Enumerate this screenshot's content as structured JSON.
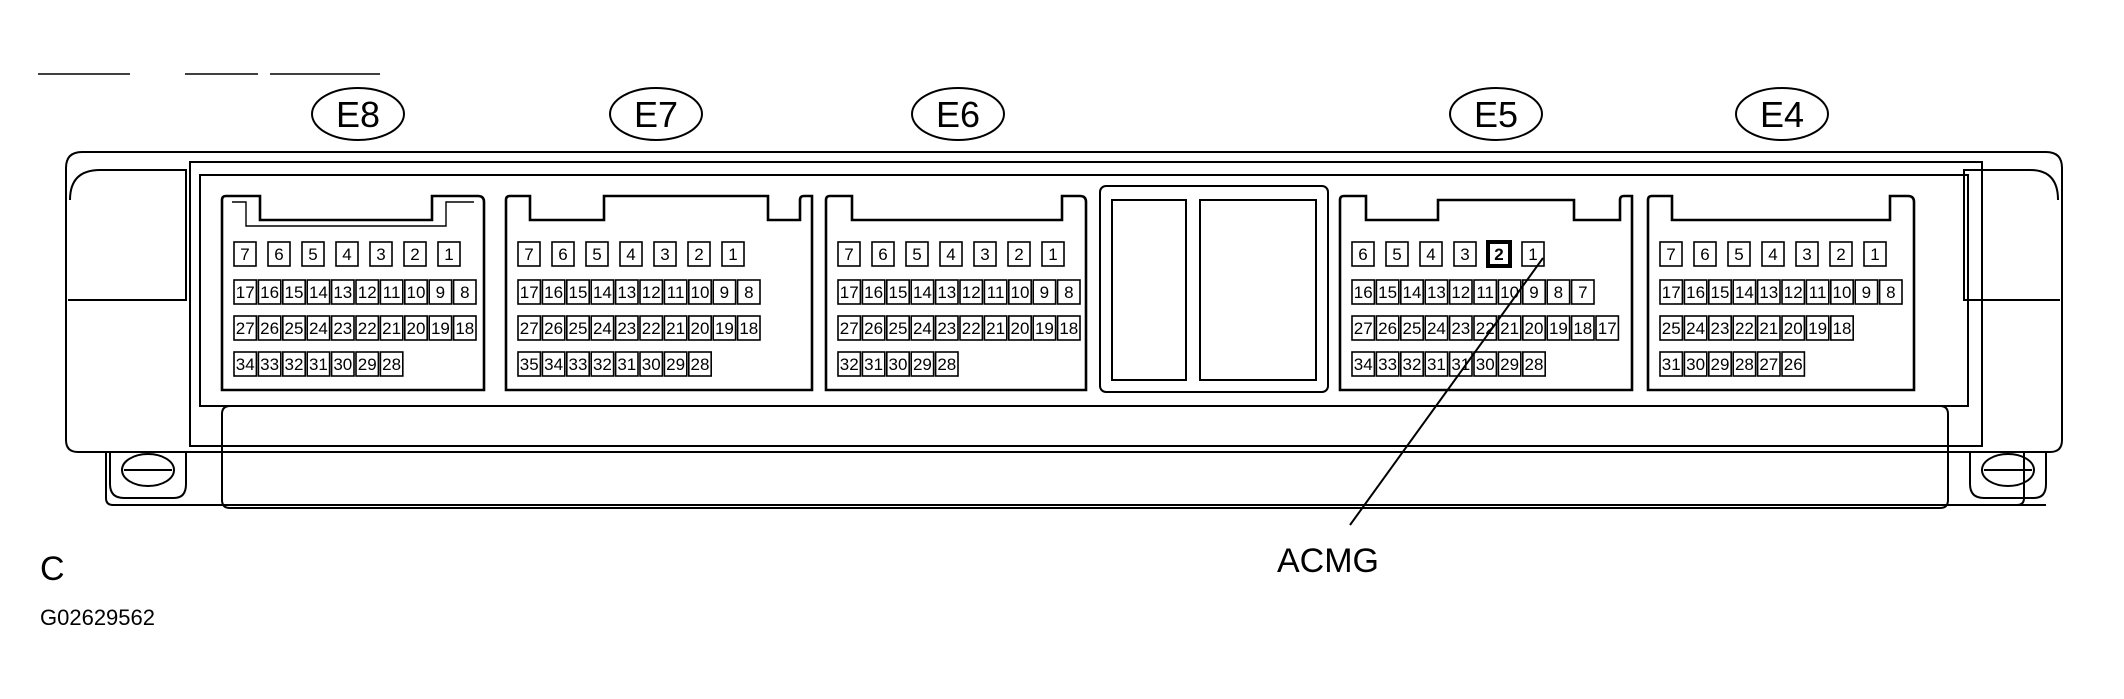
{
  "connectors": [
    {
      "id": "E8",
      "rows": [
        [
          "7",
          "6",
          "5",
          "4",
          "3",
          "2",
          "1"
        ],
        [
          "17",
          "16",
          "15",
          "14",
          "13",
          "12",
          "11",
          "10",
          "9",
          "8"
        ],
        [
          "27",
          "26",
          "25",
          "24",
          "23",
          "22",
          "21",
          "20",
          "19",
          "18"
        ],
        [
          "34",
          "33",
          "32",
          "31",
          "30",
          "29",
          "28"
        ]
      ]
    },
    {
      "id": "E7",
      "rows": [
        [
          "7",
          "6",
          "5",
          "4",
          "3",
          "2",
          "1"
        ],
        [
          "17",
          "16",
          "15",
          "14",
          "13",
          "12",
          "11",
          "10",
          "9",
          "8"
        ],
        [
          "27",
          "26",
          "25",
          "24",
          "23",
          "22",
          "21",
          "20",
          "19",
          "18"
        ],
        [
          "35",
          "34",
          "33",
          "32",
          "31",
          "30",
          "29",
          "28"
        ]
      ]
    },
    {
      "id": "E6",
      "rows": [
        [
          "7",
          "6",
          "5",
          "4",
          "3",
          "2",
          "1"
        ],
        [
          "17",
          "16",
          "15",
          "14",
          "13",
          "12",
          "11",
          "10",
          "9",
          "8"
        ],
        [
          "27",
          "26",
          "25",
          "24",
          "23",
          "22",
          "21",
          "20",
          "19",
          "18"
        ],
        [
          "32",
          "31",
          "30",
          "29",
          "28"
        ]
      ]
    },
    {
      "id": "E5",
      "rows": [
        [
          "6",
          "5",
          "4",
          "3",
          "2",
          "1"
        ],
        [
          "16",
          "15",
          "14",
          "13",
          "12",
          "11",
          "10",
          "9",
          "8",
          "7"
        ],
        [
          "27",
          "26",
          "25",
          "24",
          "23",
          "22",
          "21",
          "20",
          "19",
          "18",
          "17"
        ],
        [
          "34",
          "33",
          "32",
          "31",
          "31",
          "30",
          "29",
          "28"
        ]
      ]
    },
    {
      "id": "E4",
      "rows": [
        [
          "7",
          "6",
          "5",
          "4",
          "3",
          "2",
          "1"
        ],
        [
          "17",
          "16",
          "15",
          "14",
          "13",
          "12",
          "11",
          "10",
          "9",
          "8"
        ],
        [
          "25",
          "24",
          "23",
          "22",
          "21",
          "20",
          "19",
          "18"
        ],
        [
          "31",
          "30",
          "29",
          "28",
          "27",
          "26"
        ]
      ]
    }
  ],
  "callout": {
    "label": "ACMG",
    "connector": "E5",
    "pin": "2"
  },
  "view_label": "C",
  "figure_code": "G02629562"
}
